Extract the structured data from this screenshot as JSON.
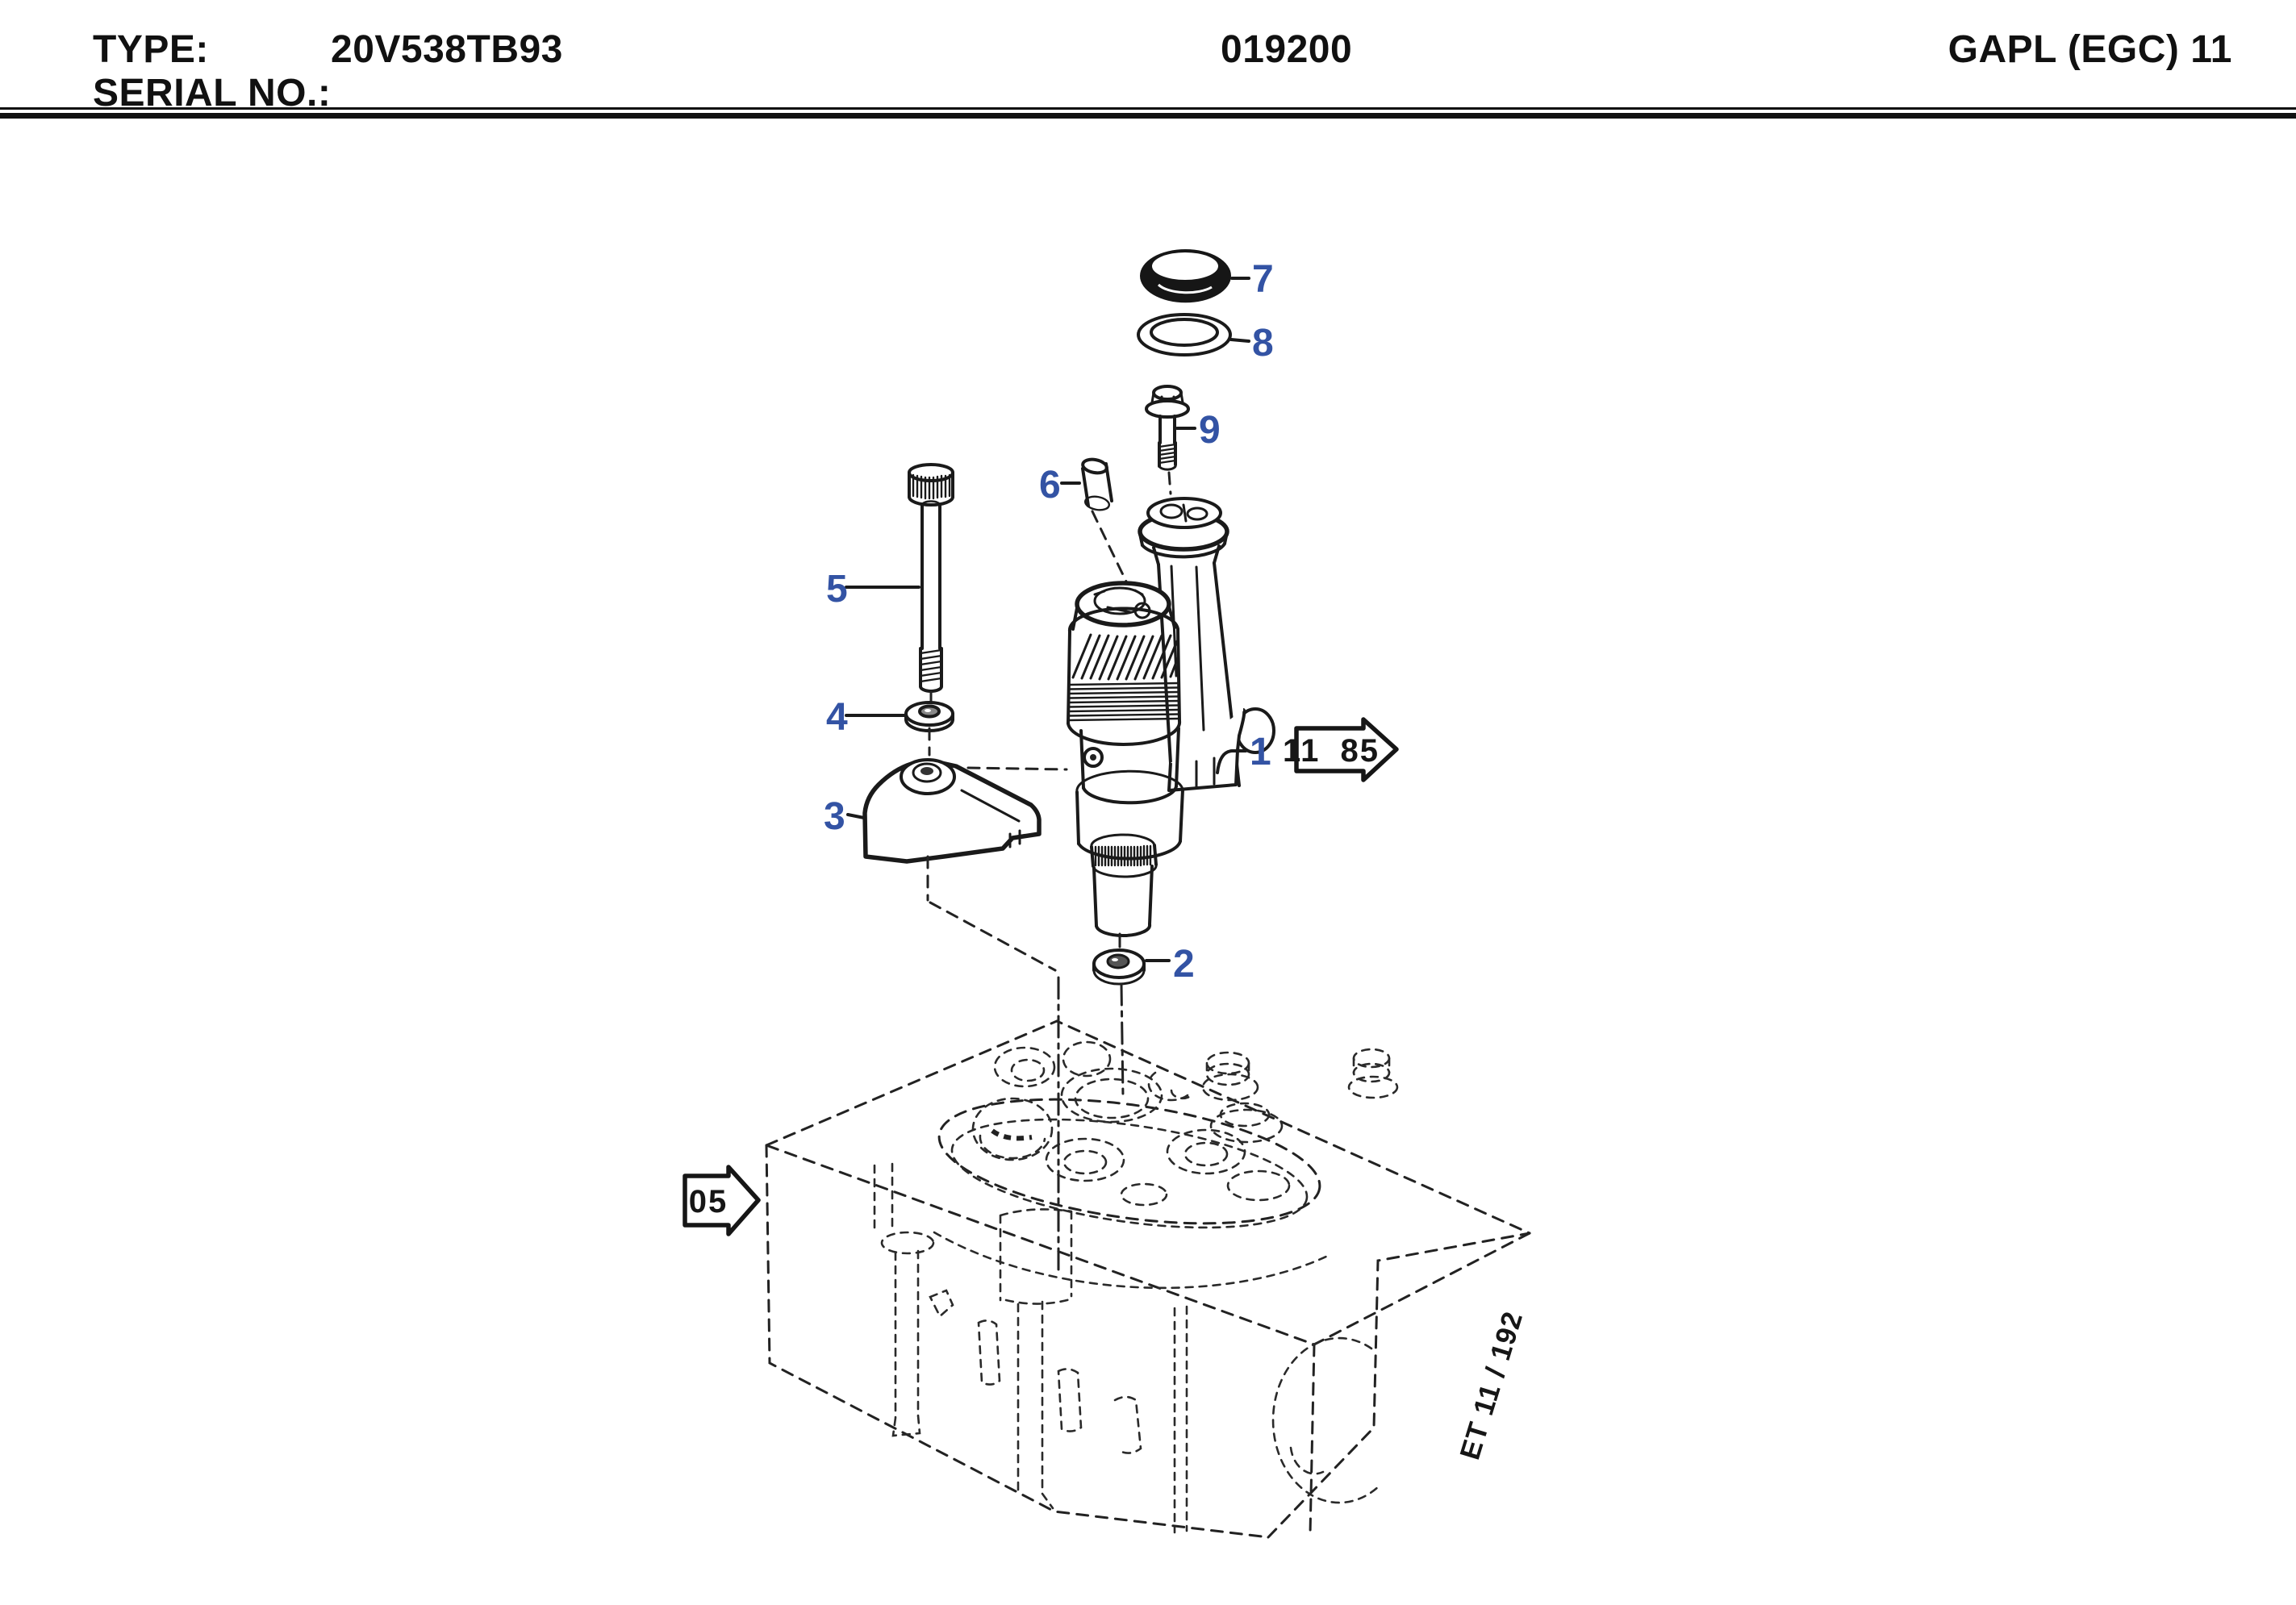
{
  "header": {
    "type_label": "TYPE:",
    "type_value": "20V538TB93",
    "serial_label": "SERIAL NO.:",
    "page_code": "019200",
    "catalog_ref": "GAPL (EGC) 11"
  },
  "diagram": {
    "callouts": [
      {
        "num": "1"
      },
      {
        "num": "2"
      },
      {
        "num": "3"
      },
      {
        "num": "4"
      },
      {
        "num": "5"
      },
      {
        "num": "6"
      },
      {
        "num": "7"
      },
      {
        "num": "8"
      },
      {
        "num": "9"
      }
    ],
    "ref_boxes": {
      "detail": "11 85",
      "section": "05"
    },
    "drawing_number": "ET 11 / 192",
    "colors": {
      "callout_blue": "#3353a4",
      "line_black": "#1a1a1a"
    }
  }
}
